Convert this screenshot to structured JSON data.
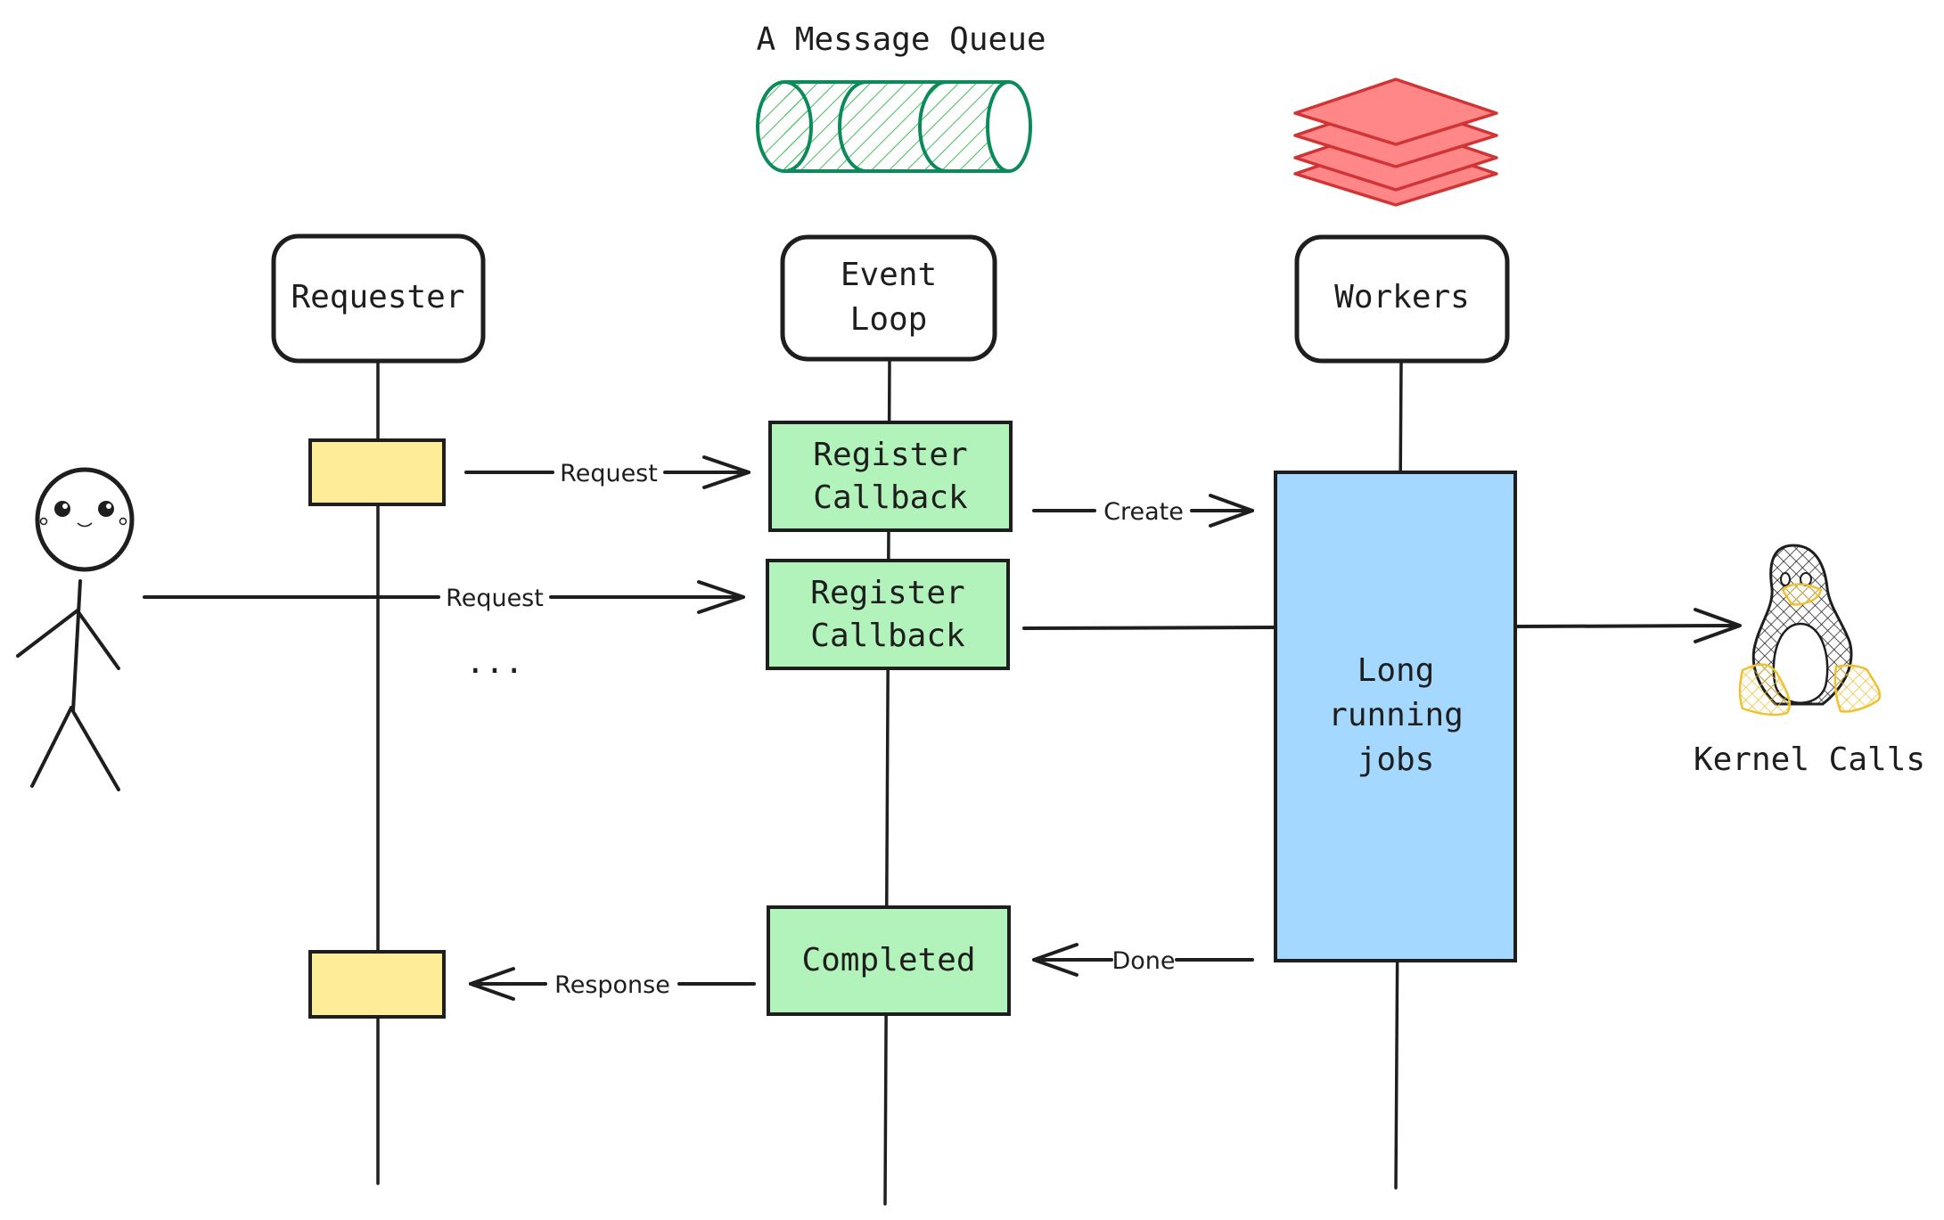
{
  "title": "A Message Queue",
  "participants": {
    "requester": "Requester",
    "event_loop": [
      "Event",
      "Loop"
    ],
    "workers": "Workers"
  },
  "boxes": {
    "register_callback_1": [
      "Register",
      "Callback"
    ],
    "register_callback_2": [
      "Register",
      "Callback"
    ],
    "completed": "Completed",
    "long_running_jobs": [
      "Long",
      "running",
      "jobs"
    ]
  },
  "messages": {
    "request_1": "Request",
    "request_2": "Request",
    "create": "Create",
    "done": "Done",
    "response": "Response",
    "ellipsis": "..."
  },
  "kernel_label": "Kernel Calls",
  "icons": {
    "queue": "message-queue-cylinder-icon",
    "workers_stack": "layers-stack-icon",
    "user": "stick-figure-icon",
    "kernel": "linux-penguin-icon"
  },
  "colors": {
    "activation_yellow": "#ffec99",
    "callback_green": "#b2f2bb",
    "job_blue": "#a5d8ff",
    "queue_green": "#0c8a5c",
    "queue_hatch": "#40c057",
    "layers_red": "#ff8787",
    "layers_stroke": "#d03434",
    "penguin_yellow": "#f0c030",
    "ink": "#1e1e1e"
  }
}
